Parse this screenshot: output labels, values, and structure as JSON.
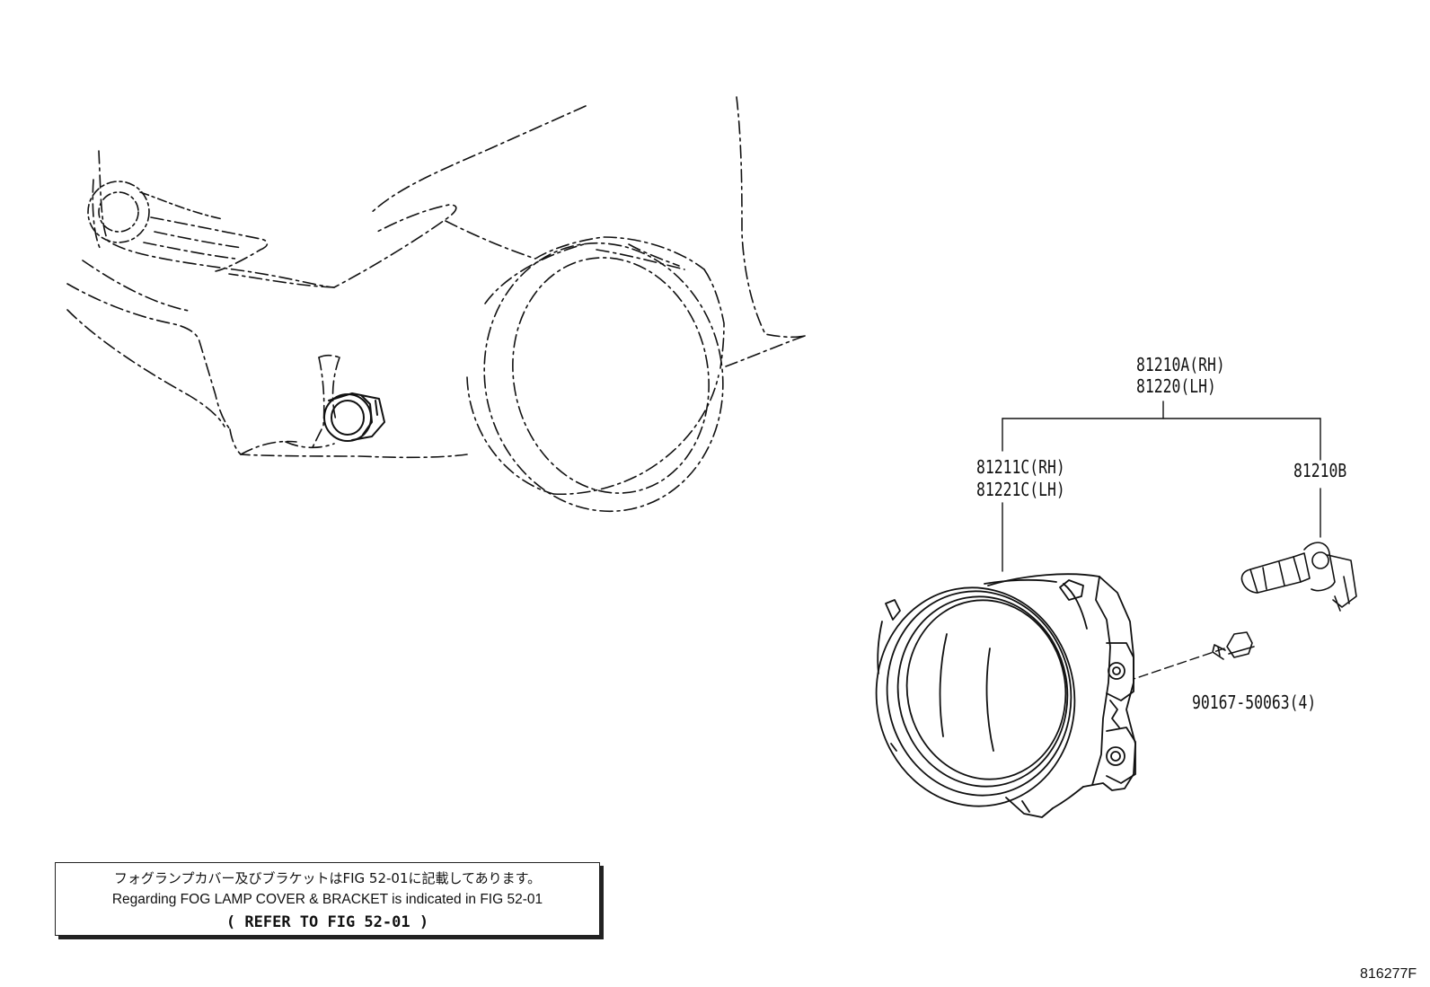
{
  "callouts": {
    "fog_lamp_assy_rh": "81210A(RH)",
    "fog_lamp_assy_lh": "81220(LH)",
    "fog_lamp_unit_rh": "81211C(RH)",
    "fog_lamp_unit_lh": "81221C(LH)",
    "bulb": "81210B",
    "screw": "90167-50063(4)"
  },
  "note": {
    "japanese": "フォグランプカバー及びブラケットはFIG 52-01に記載してあります。",
    "english": "Regarding FOG LAMP COVER & BRACKET is indicated in FIG 52-01",
    "reference": "(  REFER TO FIG 52-01  )"
  },
  "figure_id": "816277F",
  "colors": {
    "ink": "#111111",
    "background": "#ffffff"
  }
}
